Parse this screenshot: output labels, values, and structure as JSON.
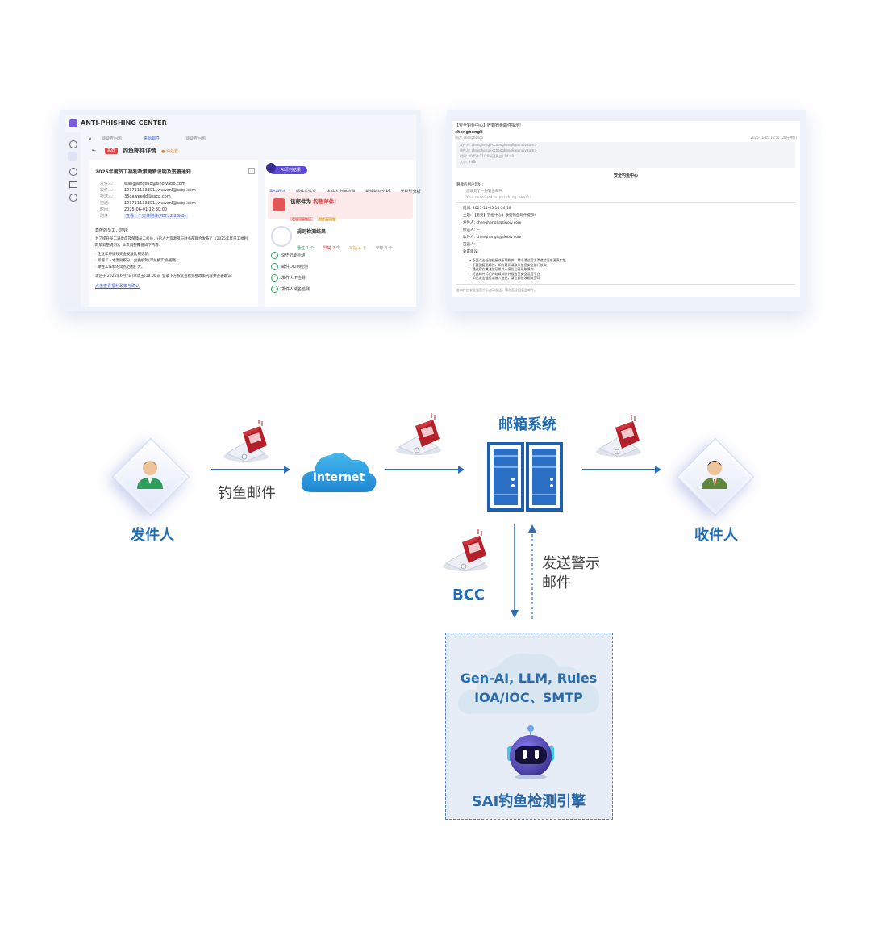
{
  "shot1": {
    "app_title": "ANTI-PHISHING CENTER",
    "tabs": [
      "谈谈查问题",
      "来源邮件",
      "谈谈查问题"
    ],
    "badge": "高危",
    "page_title": "钓鱼邮件详情",
    "page_status": "● 待处置",
    "mail_subject": "2025年度员工福利政策更新说明及签署通知",
    "fields": [
      {
        "k": "发件人:",
        "v": "wangjaingsuo@sinoivatio.com"
      },
      {
        "k": "收件人:",
        "v": "1037111333011wuwanl@sscp.com"
      },
      {
        "k": "抄送人:",
        "v": "33daweedd@sscp.com"
      },
      {
        "k": "密送:",
        "v": "1037111333011wuwanl@sscp.com"
      },
      {
        "k": "时间:",
        "v": "2025-06-01 12:30:00"
      },
      {
        "k": "附件:",
        "v": "查看一个文件附件(PDF, 2.23KB)"
      }
    ],
    "body_lines": [
      "尊敬的员工，您好:",
      "为了提升员工满意度及保障员工权益，HR人力资源部与财务部联合发布了《2025年度员工福利",
      "政策调整说明》，本次调整覆盖如下内容:",
      "· 企业年终绩效奖金发放比例更新;",
      "· 新增「人才激励积分」兑换机制(可兑换实物/服务);",
      "· 弹性工作制的试点范围扩大。",
      "请您于 2025年6月7日(本周五)18:00 前 登录下方系统查看完整政策内容并签署确认:"
    ],
    "link": "点击查看福利政策与确认",
    "ai_pill": "AI研判结果",
    "analysis_tabs": [
      "事件概述",
      "邮件头信息",
      "发件人负面检测",
      "邮件特征分析",
      "大模型分析"
    ],
    "verdict_prefix": "该邮件为",
    "verdict_value": "钓鱼邮件!",
    "verdict_tags": [
      "发现可疑链接",
      "附件高风险"
    ],
    "rules_title": "规则检测结果",
    "rule_stats": [
      "通过 1 个",
      "异常 2 个",
      "可疑 4 个",
      "未知 3 个"
    ],
    "checks": [
      "SPF记录检测",
      "邮件DKIM检测",
      "发件人IP检测",
      "发件人域名检测"
    ]
  },
  "shot2": {
    "window_title": "【安全钓鱼中心】收到钓鱼邮件提示!",
    "sender_short": "chenghengli",
    "sender_sub": "到达: chenghengli",
    "meta_rows": [
      "发件人: chenghengli<chenghengli@sinoiv.com>",
      "收件人: chenghengli<chenghengli@sinoiv.com>",
      "时间: 2025年11月05日(周三) 14:48",
      "大小: 9 KB"
    ],
    "header_time": "2025-11-05 16:56 (20分钟前)",
    "center_title": "安全钓鱼中心",
    "greeting": "尊敬的用户您好:",
    "line1": "您收到了一封钓鱼邮件:",
    "line2": "You received a phishing email!",
    "info_rows": [
      "时间: 2025-11-05 16:34:18",
      "主题: 【重要】钓鱼中心】收到钓鱼邮件提示!",
      "发件人: chenghengli@sinoiv.com",
      "抄送人: —",
      "收件人: chenghengli@sinoiv.com",
      "密送人: —",
      "处置建议:"
    ],
    "bullets": [
      "不要点击任何链接或下载附件，除非通过官方渠道验证来源真实性",
      "不要回复此邮件，如有疑问请联系信息安全部门核实",
      "通过官方渠道验证发件人身份后再采取操作",
      "将此邮件标记为垃圾邮件并报告至安全运营平台",
      "如已点击链接或输入信息，请立即修改相关密码"
    ],
    "footer": "此邮件由安全运营中心自动发送，请勿直接回复此邮件。"
  },
  "diagram": {
    "sender": "发件人",
    "receiver": "收件人",
    "mail_system": "邮箱系统",
    "internet": "Internet",
    "phishing_mail": "钓鱼邮件",
    "bcc": "BCC",
    "send_alert_line1": "发送警示",
    "send_alert_line2": "邮件",
    "engine_line1": "Gen-AI, LLM, Rules",
    "engine_line2": "IOA/IOC、SMTP",
    "engine_name": "SAI钓鱼检测引擎"
  },
  "colors": {
    "brand_blue": "#1f6db8",
    "arrow_blue": "#2f6eb6",
    "cloud_blue": "#2e9ee0",
    "server_blue": "#1d5fb0",
    "envelope_red": "#b3202a",
    "engine_bg": "#e7edf7",
    "phish_red": "#e03a3a"
  }
}
